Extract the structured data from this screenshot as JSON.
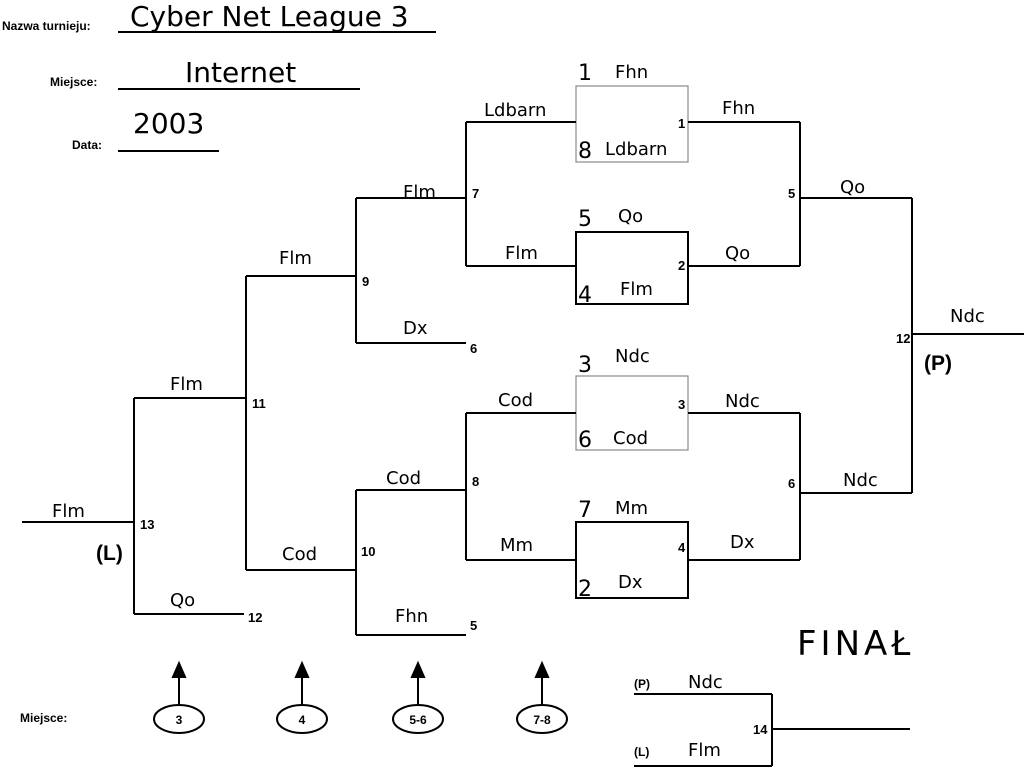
{
  "header": {
    "tournament_label": "Nazwa turnieju:",
    "tournament_value": "Cyber Net League 3",
    "place_label": "Miejsce:",
    "place_value": "Internet",
    "date_label": "Data:",
    "date_value": "2003"
  },
  "upper": {
    "m1": {
      "number": "1",
      "seed_top": "1",
      "team_top": "Fhn",
      "seed_bottom": "8",
      "team_bottom": "Ldbarn",
      "winner": "Fhn"
    },
    "m2": {
      "number": "2",
      "seed_top": "5",
      "team_top": "Qo",
      "seed_bottom": "4",
      "team_bottom": "Flm",
      "winner": "Qo"
    },
    "m3": {
      "number": "3",
      "seed_top": "3",
      "team_top": "Ndc",
      "seed_bottom": "6",
      "team_bottom": "Cod",
      "winner": "Ndc"
    },
    "m4": {
      "number": "4",
      "seed_top": "7",
      "team_top": "Mm",
      "seed_bottom": "2",
      "team_bottom": "Dx",
      "winner": "Dx"
    },
    "m5": {
      "number": "5",
      "winner": "Qo"
    },
    "m6": {
      "number": "6",
      "winner": "Ndc"
    },
    "m12": {
      "number": "12",
      "winner": "Ndc",
      "side": "(P)"
    }
  },
  "lower": {
    "m7": {
      "number": "7",
      "top": "Ldbarn",
      "bottom": "Flm",
      "winner": "Flm"
    },
    "m8": {
      "number": "8",
      "top": "Cod",
      "bottom": "Mm",
      "winner": "Cod"
    },
    "m9": {
      "number": "9",
      "winner": "Flm",
      "loser": "Dx",
      "loser_place": "6"
    },
    "m10": {
      "number": "10",
      "winner": "Cod",
      "loser": "Fhn",
      "loser_place": "5"
    },
    "m11": {
      "number": "11",
      "top": "Flm",
      "bottom": "Cod",
      "winner": "Flm"
    },
    "m13": {
      "number": "13",
      "winner": "Flm",
      "loser": "Qo",
      "loser_place": "12",
      "side": "(L)"
    }
  },
  "final": {
    "title": "FINAŁ",
    "p_label": "(P)",
    "p_team": "Ndc",
    "l_label": "(L)",
    "l_team": "Flm",
    "number": "14"
  },
  "places": {
    "label": "Miejsce:",
    "items": [
      "3",
      "4",
      "5-6",
      "7-8"
    ]
  }
}
